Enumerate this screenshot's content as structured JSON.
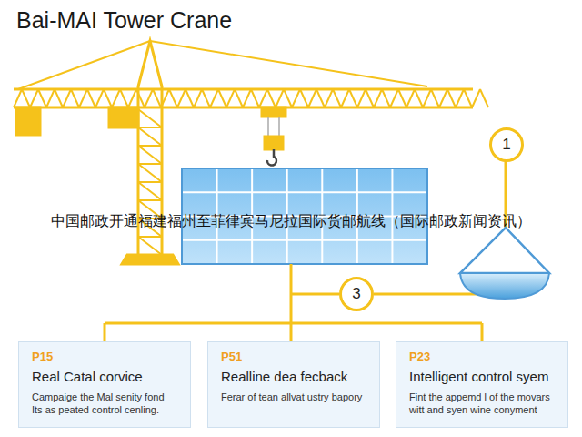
{
  "diagram": {
    "title": "Bai-MAI Tower Crane",
    "nodes": [
      {
        "text": [
          "1"
        ]
      },
      {
        "text": [
          "3"
        ]
      },
      {
        "text": [
          "P15",
          "Real Catal corvice",
          "Campaige the Mal senity fond Its as peated control cenling."
        ]
      },
      {
        "text": [
          "P51",
          "Realline dea fecback",
          "Ferar of tean allvat ustry bapory"
        ]
      },
      {
        "text": [
          "P23",
          "Intelligent control syem",
          "Fint the appemd l of the movars witt and syen wine conyment"
        ]
      }
    ],
    "labels": [
      "中国邮政开通福建福州至菲律宾马尼拉国际货邮航线（国际邮政新闻资讯）"
    ]
  }
}
